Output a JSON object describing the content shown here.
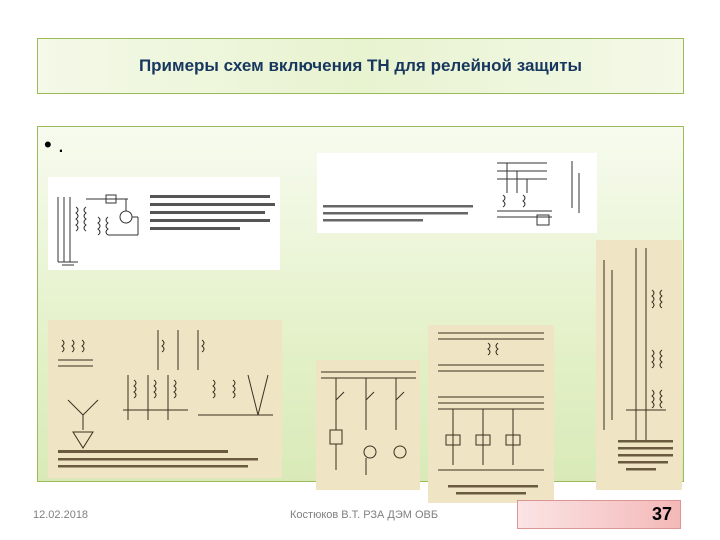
{
  "slide": {
    "title": "Примеры схем включения ТН для релейной защиты",
    "bullet": "•  .",
    "footer_date": "12.02.2018",
    "footer_author": "Костюков В.Т. РЗА ДЭМ ОВБ",
    "page_number": "37"
  },
  "colors": {
    "title_text": "#17375e",
    "frame_border": "#9bbb59",
    "page_badge": "#f4b8b8"
  }
}
